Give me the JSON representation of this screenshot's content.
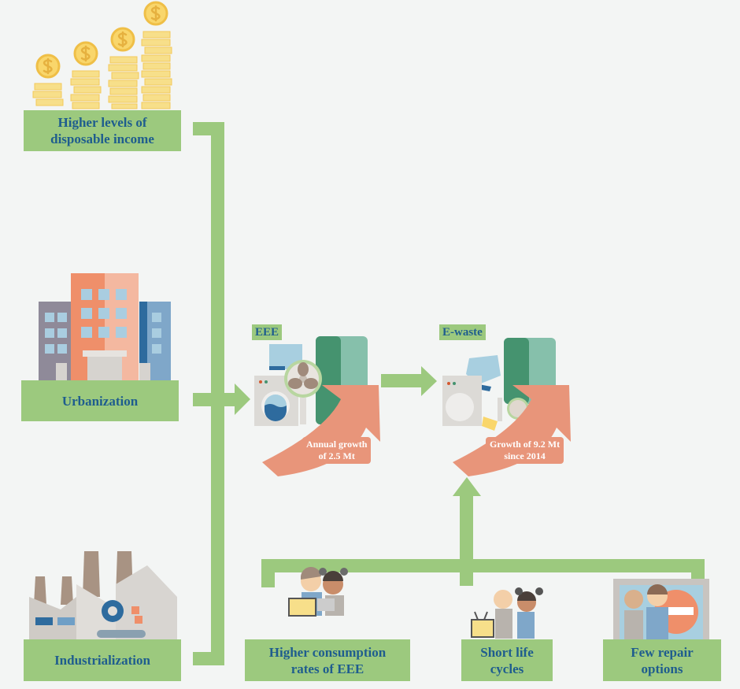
{
  "drivers": {
    "income": "Higher levels of disposable income",
    "urbanization": "Urbanization",
    "industrialization": "Industrialization"
  },
  "center": {
    "eee_label": "EEE",
    "ewaste_label": "E-waste",
    "eee_growth_line1": "Annual growth",
    "eee_growth_line2": "of 2.5 Mt",
    "ewaste_growth_line1": "Growth of 9.2 Mt",
    "ewaste_growth_line2": "since 2014"
  },
  "factors": {
    "consumption": "Higher consumption rates of EEE",
    "life_cycles": "Short life cycles",
    "repair": "Few repair options"
  },
  "colors": {
    "background": "#f3f5f4",
    "connector_green": "#9cc97e",
    "label_text": "#1f5d8e",
    "growth_arrow": "#e8957a"
  }
}
